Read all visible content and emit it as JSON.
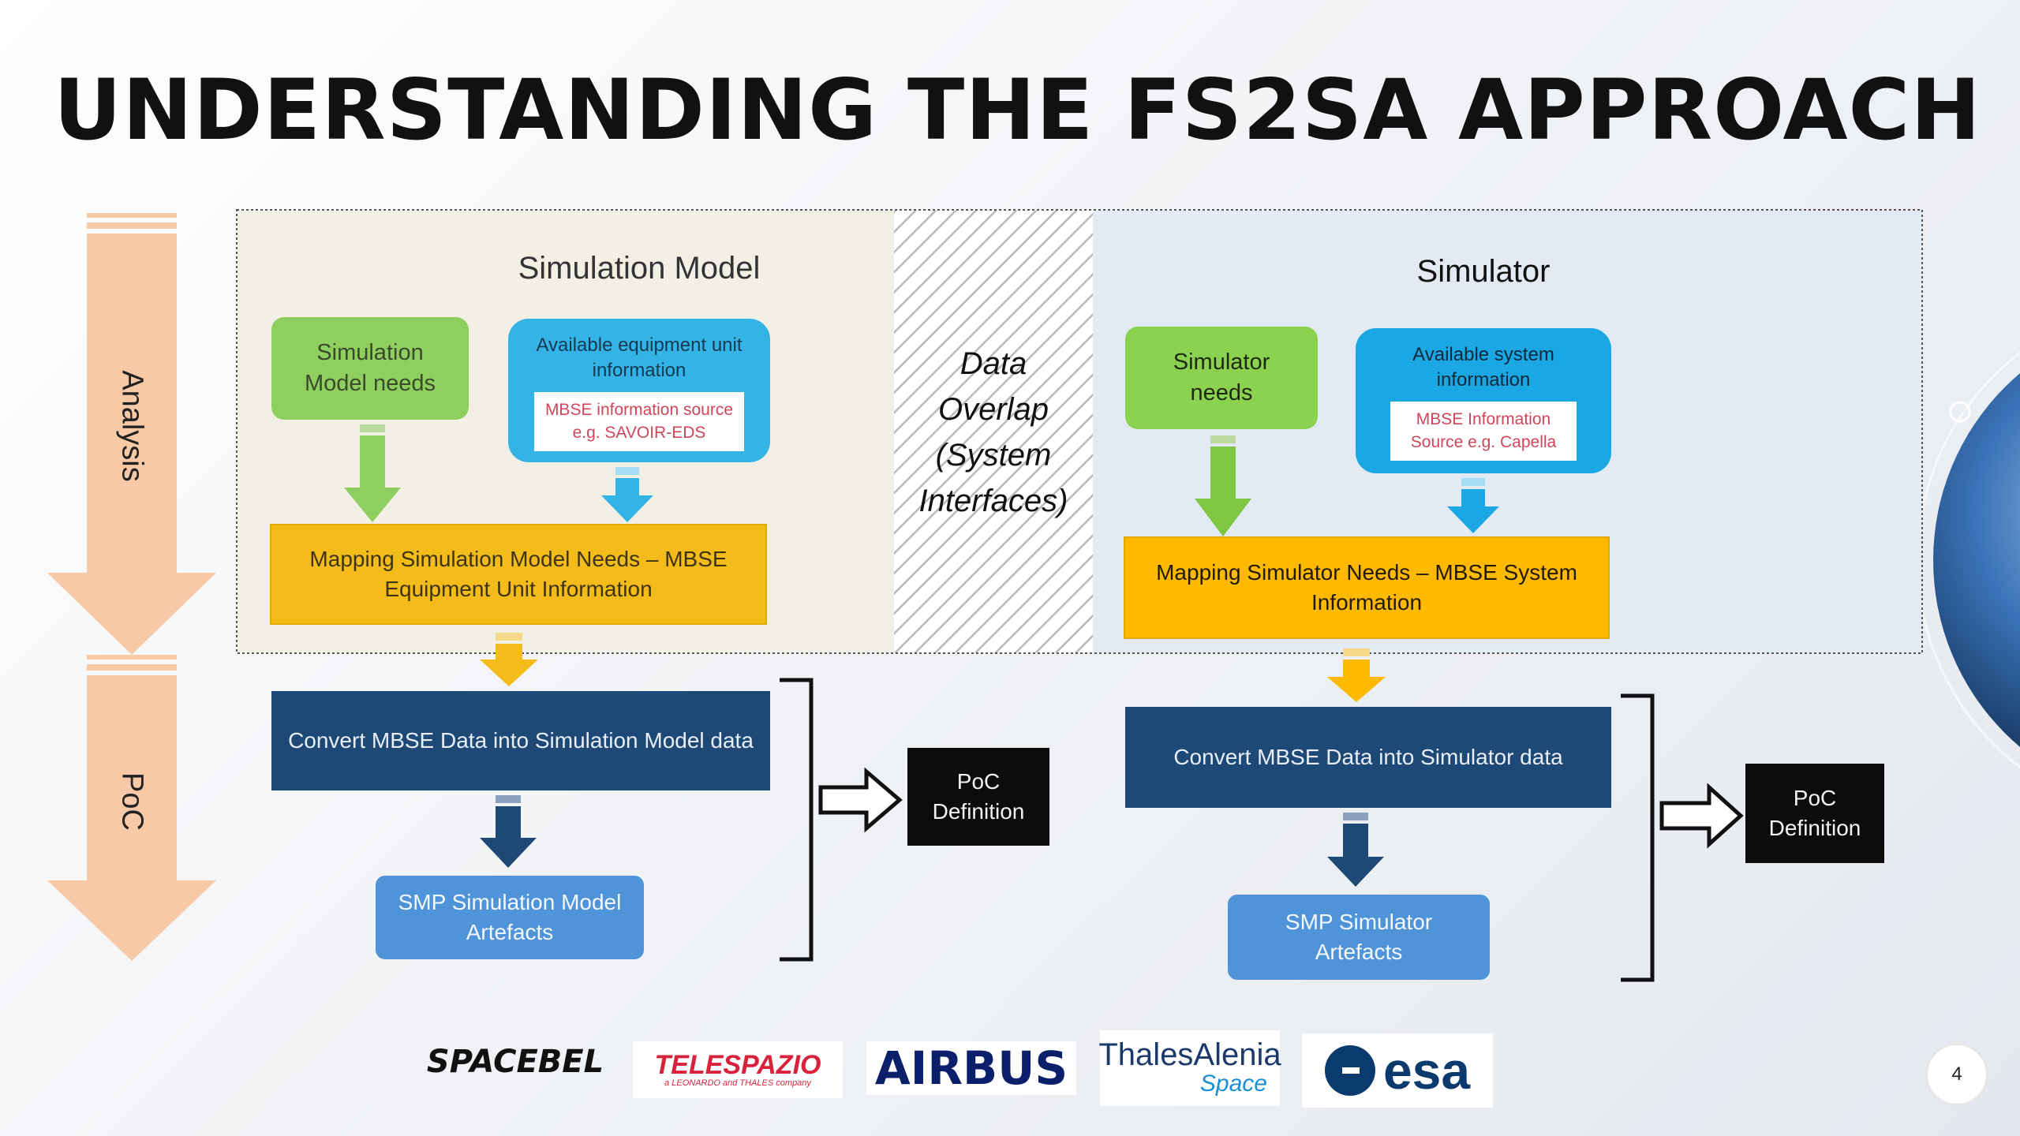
{
  "title": "UNDERSTANDING THE FS2SA APPROACH",
  "phases": {
    "analysis": "Analysis",
    "poc": "PoC"
  },
  "simulation_model": {
    "heading": "Simulation Model",
    "needs": "Simulation Model needs",
    "info_label": "Available equipment unit information",
    "info_source": "MBSE information source e.g. SAVOIR-EDS",
    "mapping": "Mapping Simulation Model Needs – MBSE Equipment Unit Information",
    "convert": "Convert MBSE Data into Simulation Model data",
    "artefacts": "SMP Simulation Model Artefacts",
    "poc_definition": "PoC Definition"
  },
  "overlap": {
    "line1": "Data",
    "line2": "Overlap",
    "line3": "(System",
    "line4": "Interfaces)"
  },
  "simulator": {
    "heading": "Simulator",
    "needs": "Simulator needs",
    "info_label": "Available system information",
    "info_source": "MBSE Information Source e.g. Capella",
    "mapping": "Mapping Simulator Needs – MBSE System Information",
    "convert": "Convert MBSE Data into Simulator data",
    "artefacts": "SMP Simulator Artefacts",
    "poc_definition": "PoC Definition"
  },
  "logos": {
    "spacebel": "SPACEBEL",
    "telespazio": "TELESPAZIO",
    "telespazio_sub": "a LEONARDO and THALES company",
    "airbus": "AIRBUS",
    "thales": "ThalesAlenia",
    "thales_sub": "Space",
    "esa": "esa"
  },
  "page_number": "4",
  "colors": {
    "analysis_arrow": "#f8c9a6",
    "green": "#8fcf5f",
    "info_blue": "#34b3e6",
    "mapping_yellow": "#f4bc1b",
    "dark_blue": "#1e4976",
    "mid_blue": "#4f94d8"
  }
}
